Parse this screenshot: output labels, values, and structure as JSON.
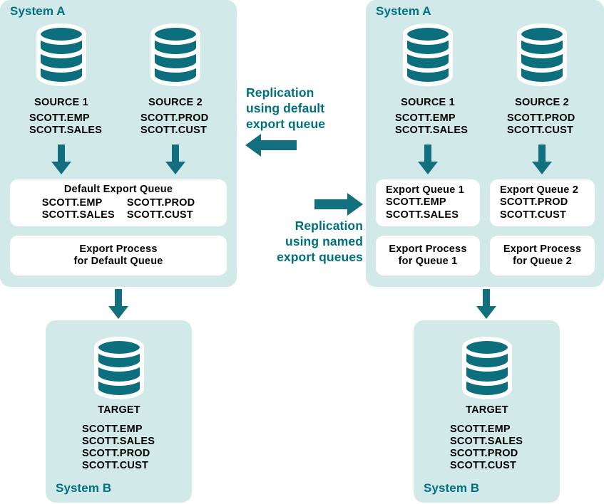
{
  "diagram": {
    "title": "Replication using default export queue versus named export queues",
    "colors": {
      "panel_bg": "#d2e9e9",
      "teal": "#00707f",
      "cylinder": "#0d6e7d",
      "box_bg": "#ffffff",
      "text": "#000000",
      "page_bg": "#ffffff"
    }
  },
  "left_diagram": {
    "system_a": {
      "label": "System A",
      "sources": [
        {
          "name": "SOURCE 1",
          "tables": "SCOTT.EMP\nSCOTT.SALES",
          "icon": "database-cylinder-icon"
        },
        {
          "name": "SOURCE 2",
          "tables": "SCOTT.PROD\nSCOTT.CUST",
          "icon": "database-cylinder-icon"
        }
      ],
      "queue_box": {
        "title": "Default Export Queue",
        "column_1": "SCOTT.EMP\nSCOTT.SALES",
        "column_2": "SCOTT.PROD\nSCOTT.CUST"
      },
      "process_box": {
        "title": "Export Process\nfor Default Queue"
      }
    },
    "system_b": {
      "label": "System B",
      "target": {
        "name": "TARGET",
        "tables": "SCOTT.EMP\nSCOTT.SALES\nSCOTT.PROD\nSCOTT.CUST",
        "icon": "database-cylinder-icon"
      }
    }
  },
  "right_diagram": {
    "system_a": {
      "label": "System A",
      "sources": [
        {
          "name": "SOURCE 1",
          "tables": "SCOTT.EMP\nSCOTT.SALES",
          "icon": "database-cylinder-icon"
        },
        {
          "name": "SOURCE 2",
          "tables": "SCOTT.PROD\nSCOTT.CUST",
          "icon": "database-cylinder-icon"
        }
      ],
      "queue_boxes": [
        {
          "title": "Export Queue 1",
          "tables": "SCOTT.EMP\nSCOTT.SALES"
        },
        {
          "title": "Export Queue 2",
          "tables": "SCOTT.PROD\nSCOTT.CUST"
        }
      ],
      "process_boxes": [
        {
          "title": "Export Process\nfor Queue 1"
        },
        {
          "title": "Export Process\nfor Queue 2"
        }
      ]
    },
    "system_b": {
      "label": "System B",
      "target": {
        "name": "TARGET",
        "tables": "SCOTT.EMP\nSCOTT.SALES\nSCOTT.PROD\nSCOTT.CUST",
        "icon": "database-cylinder-icon"
      }
    }
  },
  "center": {
    "caption_default": "Replication\nusing default\nexport queue",
    "caption_named": "Replication\nusing named\nexport queues",
    "arrow_default_direction": "left",
    "arrow_named_direction": "right"
  }
}
